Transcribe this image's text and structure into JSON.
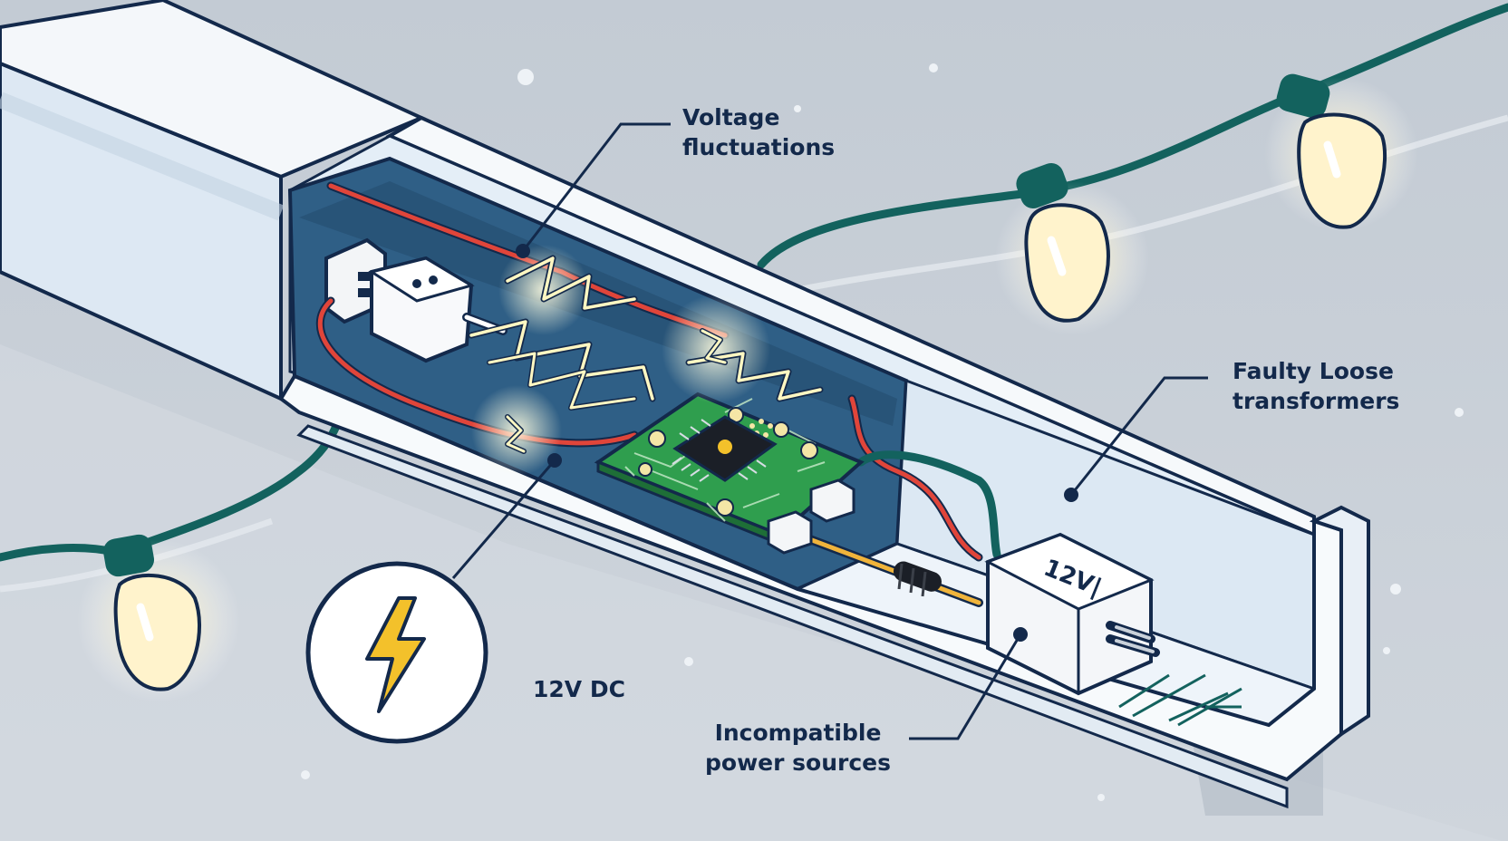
{
  "callouts": {
    "voltage": {
      "line1": "Voltage",
      "line2": "fluctuations"
    },
    "transformers": {
      "line1": "Faulty Loose",
      "line2": "transformers"
    },
    "incompatible": {
      "line1": "Incompatible",
      "line2": "power sources"
    }
  },
  "dc_label": "12V DC",
  "transformer_marking": "12V|",
  "icons": {
    "power": "lightning-bolt-icon",
    "bulb": "light-bulb-icon",
    "chip": "microchip-icon",
    "plug": "power-plug-icon"
  },
  "colors": {
    "background": "#c9d0d8",
    "text": "#13294b",
    "wire_green": "#13625e",
    "wire_red": "#e0453a",
    "pcb_green": "#2f9e4e",
    "bolt_yellow": "#f3c12b",
    "channel_interior": "#2f5f86"
  }
}
